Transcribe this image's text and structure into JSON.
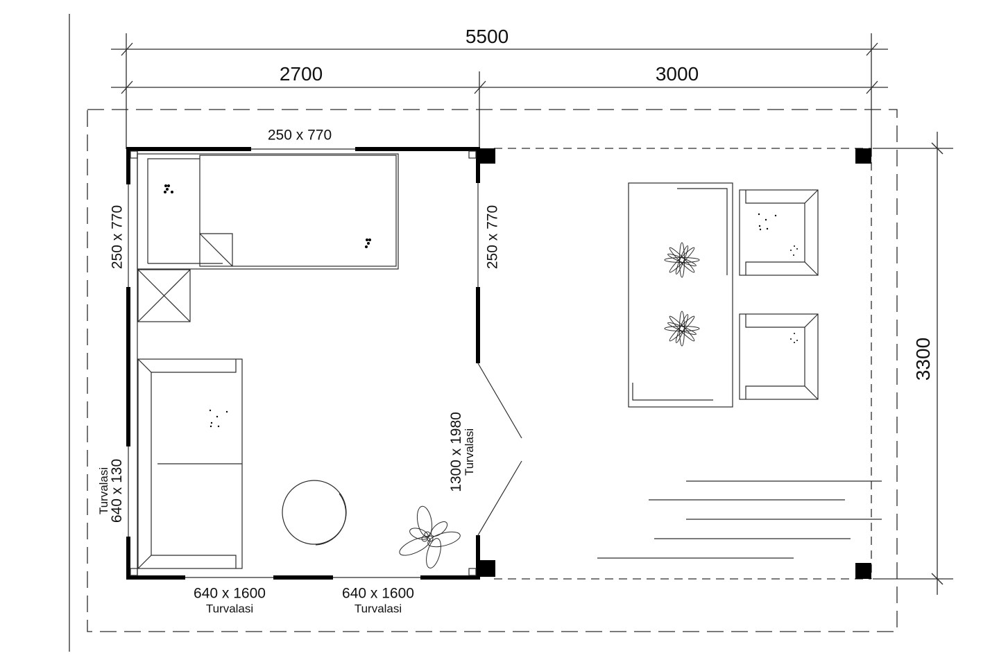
{
  "drawing": {
    "type": "floor-plan",
    "units": "mm",
    "colors": {
      "line": "#1a1a1a",
      "wall": "#000000",
      "dim": "#333333",
      "background": "#ffffff"
    }
  },
  "dimensions": {
    "total_width": "5500",
    "room_width": "2700",
    "terrace_width": "3000",
    "depth": "3300"
  },
  "windows": {
    "top": {
      "size": "250 x 770"
    },
    "left_upper": {
      "size": "250 x 770"
    },
    "right_upper": {
      "size": "250 x 770"
    },
    "left_lower": {
      "size": "640 x 130",
      "note": "Turvalasi"
    },
    "bottom_left": {
      "size": "640 x 1600",
      "note": "Turvalasi"
    },
    "bottom_right": {
      "size": "640 x 1600",
      "note": "Turvalasi"
    }
  },
  "door": {
    "size": "1300 x 1980",
    "note": "Turvalasi"
  },
  "furniture": [
    "bed",
    "bedside-table",
    "sofa",
    "round-table",
    "potted-plant",
    "dining-table",
    "armchair",
    "armchair",
    "decking-lines"
  ]
}
